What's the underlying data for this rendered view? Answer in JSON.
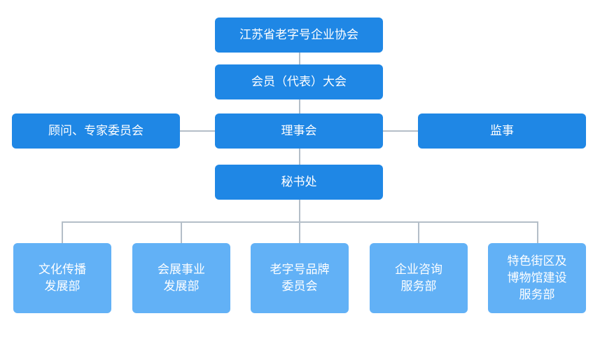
{
  "colors": {
    "primary_box": "#1f87e5",
    "secondary_box": "#62b1f6",
    "connector": "#b4bec8"
  },
  "org_chart": {
    "root": "江苏省老字号企业协会",
    "assembly": "会员（代表）大会",
    "council": "理事会",
    "advisors": "顾问、专家委员会",
    "supervisor": "监事",
    "secretariat": "秘书处",
    "departments": [
      "文化传播\n发展部",
      "会展事业\n发展部",
      "老字号品牌\n委员会",
      "企业咨询\n服务部",
      "特色街区及\n博物馆建设\n服务部"
    ]
  }
}
